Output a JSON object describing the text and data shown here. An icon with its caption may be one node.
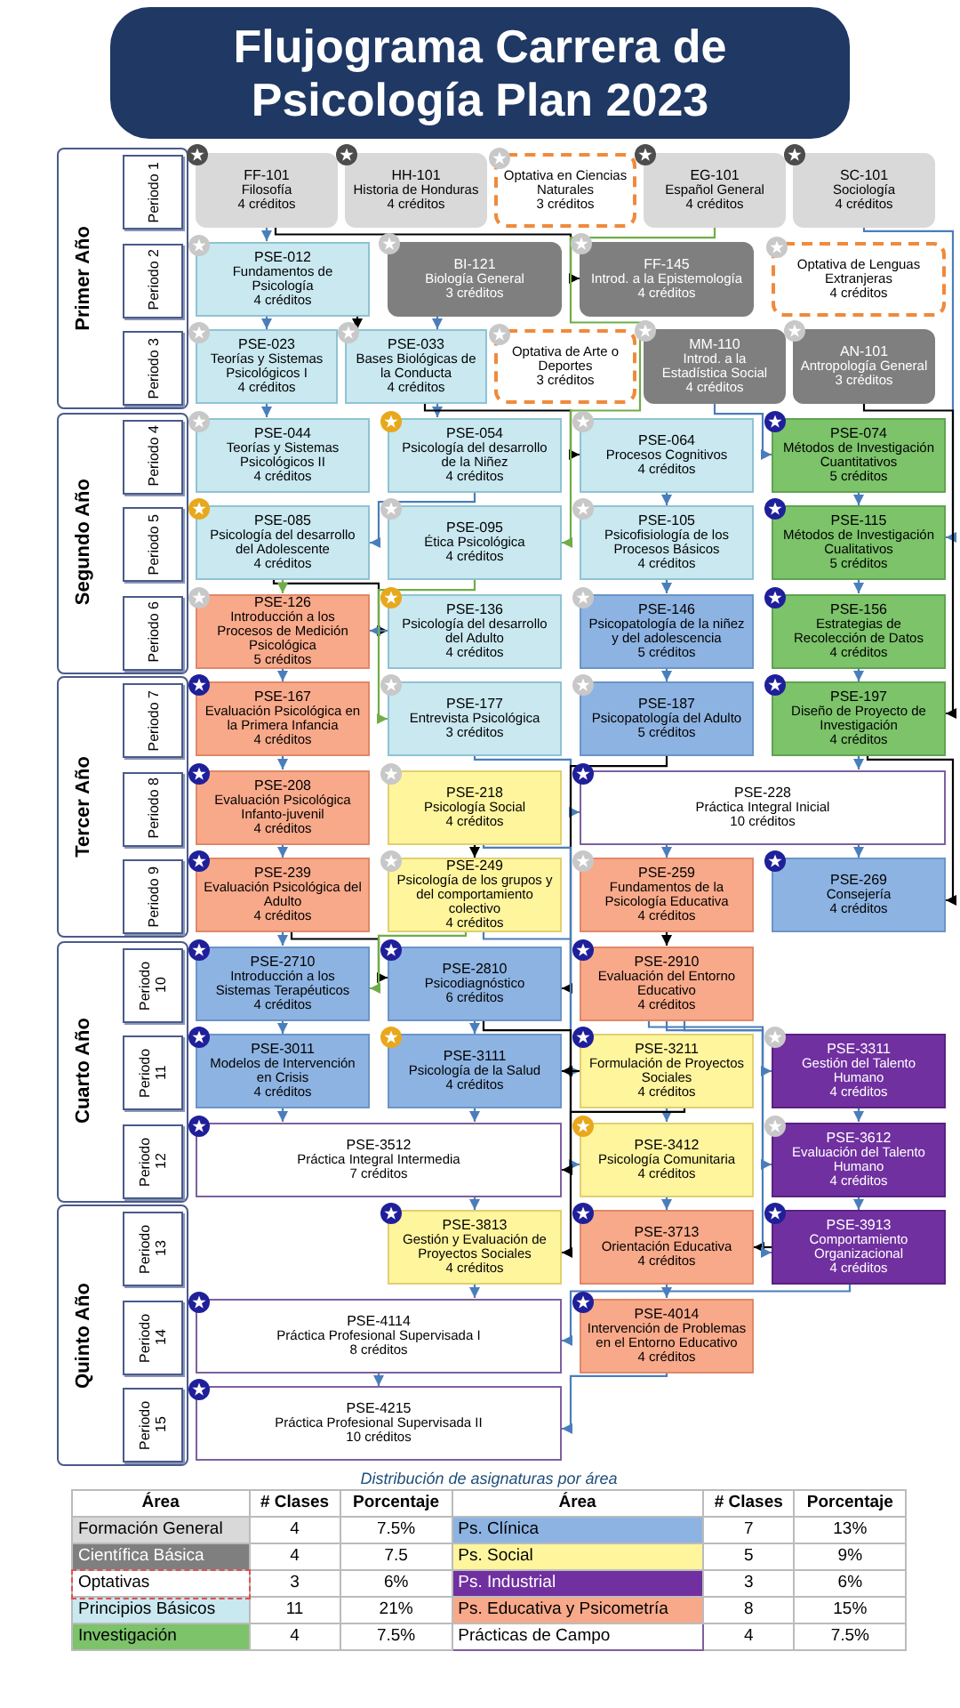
{
  "diagram": {
    "title": "Flujograma Carrera de Psicología Plan 2023",
    "nodes": [
      {
        "text": [
          "Primer Año"
        ]
      },
      {
        "text": [
          "Periodo 1"
        ],
        "in": 0
      },
      {
        "text": [
          "Periodo 2"
        ],
        "in": 0
      },
      {
        "text": [
          "Periodo 3"
        ],
        "in": 0
      },
      {
        "text": [
          "Segundo Año"
        ]
      },
      {
        "text": [
          "Periodo 4"
        ],
        "in": 4
      },
      {
        "text": [
          "Periodo 5"
        ],
        "in": 4
      },
      {
        "text": [
          "Periodo 6"
        ],
        "in": 4
      },
      {
        "text": [
          "Tercer Año"
        ]
      },
      {
        "text": [
          "Periodo 7"
        ],
        "in": 8
      },
      {
        "text": [
          "Periodo 8"
        ],
        "in": 8
      },
      {
        "text": [
          "Periodo 9"
        ],
        "in": 8
      },
      {
        "text": [
          "Cuarto Año"
        ]
      },
      {
        "text": [
          "Periodo 10"
        ],
        "in": 12
      },
      {
        "text": [
          "Periodo 11"
        ],
        "in": 12
      },
      {
        "text": [
          "Periodo 12"
        ],
        "in": 12
      },
      {
        "text": [
          "Quinto Año"
        ]
      },
      {
        "text": [
          "Periodo 13"
        ],
        "in": 16
      },
      {
        "text": [
          "Periodo 14"
        ],
        "in": 16
      },
      {
        "text": [
          "Periodo 15"
        ],
        "in": 16
      },
      {
        "text": [
          "FF-101",
          "Filosofía",
          "4 créditos"
        ]
      },
      {
        "text": [
          "HH-101",
          "Historia de Honduras",
          "4 créditos"
        ]
      },
      {
        "text": [
          "Optativa en Ciencias Naturales",
          "3 créditos"
        ]
      },
      {
        "text": [
          "EG-101",
          "Español General",
          "4 créditos"
        ]
      },
      {
        "text": [
          "SC-101",
          "Sociología",
          "4 créditos"
        ]
      },
      {
        "text": [
          "PSE-012",
          "Fundamentos de Psicología",
          "4 créditos"
        ]
      },
      {
        "text": [
          "BI-121",
          "Biología General",
          "3 créditos"
        ]
      },
      {
        "text": [
          "FF-145",
          "Introd. a la Epistemología",
          "4 créditos"
        ]
      },
      {
        "text": [
          "Optativa de Lenguas Extranjeras",
          "4 créditos"
        ]
      },
      {
        "text": [
          "PSE-023",
          "Teorías y Sistemas Psicológicos I",
          "4 créditos"
        ]
      },
      {
        "text": [
          "PSE-033",
          "Bases Biológicas de la Conducta",
          "4 créditos"
        ]
      },
      {
        "text": [
          "Optativa de Arte o Deportes",
          "3 créditos"
        ]
      },
      {
        "text": [
          "MM-110",
          "Introd. a la Estadística Social",
          "4 créditos"
        ]
      },
      {
        "text": [
          "AN-101",
          "Antropología General",
          "3 créditos"
        ]
      },
      {
        "text": [
          "PSE-044",
          "Teorías y Sistemas Psicológicos II",
          "4 créditos"
        ]
      },
      {
        "text": [
          "PSE-054",
          "Psicología del desarrollo de la Niñez",
          "4 créditos"
        ]
      },
      {
        "text": [
          "PSE-064",
          "Procesos Cognitivos",
          "4 créditos"
        ]
      },
      {
        "text": [
          "PSE-074",
          "Métodos de Investigación Cuantitativos",
          "5 créditos"
        ]
      },
      {
        "text": [
          "PSE-085",
          "Psicología del desarrollo del Adolescente",
          "4 créditos"
        ]
      },
      {
        "text": [
          "PSE-095",
          "Ética Psicológica",
          "4 créditos"
        ]
      },
      {
        "text": [
          "PSE-105",
          "Psicofisiología de los Procesos Básicos",
          "4 créditos"
        ]
      },
      {
        "text": [
          "PSE-115",
          "Métodos de Investigación Cualitativos",
          "5 créditos"
        ]
      },
      {
        "text": [
          "PSE-126",
          "Introducción a los Procesos de Medición Psicológica",
          "5 créditos"
        ]
      },
      {
        "text": [
          "PSE-136",
          "Psicología del desarrollo del Adulto",
          "4 créditos"
        ]
      },
      {
        "text": [
          "PSE-146",
          "Psicopatología de la niñez y del adolescencia",
          "5 créditos"
        ]
      },
      {
        "text": [
          "PSE-156",
          "Estrategias de Recolección de Datos",
          "4 créditos"
        ]
      },
      {
        "text": [
          "PSE-167",
          "Evaluación Psicológica en la Primera Infancia",
          "4 créditos"
        ]
      },
      {
        "text": [
          "PSE-177",
          "Entrevista Psicológica",
          "3 créditos"
        ]
      },
      {
        "text": [
          "PSE-187",
          "Psicopatología del Adulto",
          "5 créditos"
        ]
      },
      {
        "text": [
          "PSE-197",
          "Diseño de Proyecto de Investigación",
          "4 créditos"
        ]
      },
      {
        "text": [
          "PSE-208",
          "Evaluación Psicológica Infanto-juvenil",
          "4 créditos"
        ]
      },
      {
        "text": [
          "PSE-218",
          "Psicología Social",
          "4 créditos"
        ]
      },
      {
        "text": [
          "PSE-228",
          "Práctica Integral Inicial",
          "10 créditos"
        ]
      },
      {
        "text": [
          "PSE-239",
          "Evaluación Psicológica del Adulto",
          "4 créditos"
        ]
      },
      {
        "text": [
          "PSE-249",
          "Psicología de los grupos y del comportamiento colectivo",
          "4 créditos"
        ]
      },
      {
        "text": [
          "PSE-259",
          "Fundamentos de la Psicología Educativa",
          "4 créditos"
        ]
      },
      {
        "text": [
          "PSE-269",
          "Consejería",
          "4 créditos"
        ]
      },
      {
        "text": [
          "PSE-2710",
          "Introducción a los Sistemas Terapéuticos",
          "4 créditos"
        ]
      },
      {
        "text": [
          "PSE-2810",
          "Psicodiagnóstico",
          "6 créditos"
        ]
      },
      {
        "text": [
          "PSE-2910",
          "Evaluación del Entorno Educativo",
          "4 créditos"
        ]
      },
      {
        "text": [
          "PSE-3011",
          "Modelos de Intervención en Crisis",
          "4 créditos"
        ]
      },
      {
        "text": [
          "PSE-3111",
          "Psicología de la Salud",
          "4 créditos"
        ]
      },
      {
        "text": [
          "PSE-3211",
          "Formulación de Proyectos Sociales",
          "4 créditos"
        ]
      },
      {
        "text": [
          "PSE-3311",
          "Gestión del Talento Humano",
          "4 créditos"
        ]
      },
      {
        "text": [
          "PSE-3512",
          "Práctica Integral Intermedia",
          "7 créditos"
        ]
      },
      {
        "text": [
          "PSE-3412",
          "Psicología Comunitaria",
          "4 créditos"
        ]
      },
      {
        "text": [
          "PSE-3612",
          "Evaluación del Talento Humano",
          "4 créditos"
        ]
      },
      {
        "text": [
          "PSE-3813",
          "Gestión y Evaluación de Proyectos Sociales",
          "4 créditos"
        ]
      },
      {
        "text": [
          "PSE-3713",
          "Orientación Educativa",
          "4 créditos"
        ]
      },
      {
        "text": [
          "PSE-3913",
          "Comportamiento Organizacional",
          "4 créditos"
        ]
      },
      {
        "text": [
          "PSE-4114",
          "Práctica Profesional Supervisada I",
          "8 créditos"
        ]
      },
      {
        "text": [
          "PSE-4014",
          "Intervención de Problemas en el Entorno Educativo",
          "4 créditos"
        ]
      },
      {
        "text": [
          "PSE-4215",
          "Práctica Profesional Supervisada II",
          "10 créditos"
        ]
      }
    ],
    "edges": [
      {
        "from": 20,
        "to": 25,
        "arrow": "to"
      },
      {
        "from": 20,
        "to": 27,
        "arrow": "to",
        "color": "#000000"
      },
      {
        "from": 25,
        "to": 29,
        "arrow": "to"
      },
      {
        "from": 25,
        "to": 30,
        "arrow": "to",
        "color": "#000000"
      },
      {
        "from": 26,
        "to": 30,
        "arrow": "to"
      },
      {
        "from": 29,
        "to": 34,
        "arrow": "to"
      },
      {
        "from": 30,
        "to": 35,
        "arrow": "to"
      },
      {
        "from": 30,
        "to": 36,
        "arrow": "to",
        "color": "#000000"
      },
      {
        "from": 32,
        "to": 37,
        "arrow": "to"
      },
      {
        "from": 24,
        "to": 41,
        "arrow": "to"
      },
      {
        "from": 33,
        "to": 49,
        "arrow": "to",
        "color": "#000000"
      },
      {
        "from": 36,
        "to": 40,
        "arrow": "to"
      },
      {
        "from": 37,
        "to": 41,
        "arrow": "to"
      },
      {
        "from": 41,
        "to": 45,
        "arrow": "to"
      },
      {
        "from": 40,
        "to": 44,
        "arrow": "to"
      },
      {
        "from": 44,
        "to": 48,
        "arrow": "to"
      },
      {
        "from": 45,
        "to": 49,
        "arrow": "to"
      },
      {
        "from": 35,
        "to": 38,
        "arrow": "to"
      },
      {
        "from": 38,
        "to": 43,
        "arrow": "to",
        "color": "#000000"
      },
      {
        "from": 43,
        "to": 42,
        "arrow": "to"
      },
      {
        "from": 23,
        "to": 39,
        "arrow": "to",
        "color": "#70ad47"
      },
      {
        "from": 38,
        "to": 42,
        "arrow": "to",
        "color": "#70ad47"
      },
      {
        "from": 42,
        "to": 46,
        "arrow": "to"
      },
      {
        "from": 39,
        "to": 47,
        "arrow": "to",
        "color": "#70ad47"
      },
      {
        "from": 46,
        "to": 50,
        "arrow": "to"
      },
      {
        "from": 50,
        "to": 53,
        "arrow": "to"
      },
      {
        "from": 53,
        "to": 57,
        "arrow": "to"
      },
      {
        "from": 57,
        "to": 60,
        "arrow": "to"
      },
      {
        "from": 60,
        "to": 64,
        "arrow": "to"
      },
      {
        "from": 61,
        "to": 64,
        "arrow": "to"
      },
      {
        "from": 49,
        "to": 52,
        "arrow": "to"
      },
      {
        "from": 52,
        "to": 56,
        "arrow": "to"
      },
      {
        "from": 52,
        "to": 55,
        "arrow": "to"
      },
      {
        "from": 49,
        "to": 56,
        "arrow": "to",
        "color": "#000000"
      },
      {
        "from": 51,
        "to": 54,
        "arrow": "to",
        "color": "#000000"
      },
      {
        "from": 55,
        "to": 59,
        "arrow": "to",
        "color": "#000000"
      },
      {
        "from": 47,
        "to": 52,
        "arrow": "to"
      },
      {
        "from": 53,
        "to": 58,
        "arrow": "to",
        "color": "#000000"
      },
      {
        "from": 48,
        "to": 58,
        "arrow": "to",
        "color": "#000000"
      },
      {
        "from": 54,
        "to": 57,
        "arrow": "to",
        "color": "#70ad47"
      },
      {
        "from": 58,
        "to": 61,
        "arrow": "to"
      },
      {
        "from": 62,
        "to": 65,
        "arrow": "to"
      },
      {
        "from": 65,
        "to": 68,
        "arrow": "to"
      },
      {
        "from": 68,
        "to": 71,
        "arrow": "to"
      },
      {
        "from": 63,
        "to": 66,
        "arrow": "to"
      },
      {
        "from": 66,
        "to": 69,
        "arrow": "to"
      },
      {
        "from": 59,
        "to": 63,
        "arrow": "to"
      },
      {
        "from": 59,
        "to": 66,
        "arrow": "to"
      },
      {
        "from": 51,
        "to": 62,
        "arrow": "to"
      },
      {
        "from": 54,
        "to": 65,
        "arrow": "to"
      },
      {
        "from": 62,
        "to": 61,
        "arrow": "to",
        "color": "#000000"
      },
      {
        "from": 64,
        "to": 67,
        "arrow": "to"
      },
      {
        "from": 67,
        "to": 70,
        "arrow": "to"
      },
      {
        "from": 70,
        "to": 72,
        "arrow": "to"
      },
      {
        "from": 71,
        "to": 72,
        "arrow": "to"
      },
      {
        "from": 69,
        "to": 70,
        "arrow": "to"
      },
      {
        "from": 58,
        "to": 64,
        "arrow": "to",
        "color": "#000000"
      },
      {
        "from": 62,
        "to": 67,
        "arrow": "to",
        "color": "#000000"
      },
      {
        "from": 69,
        "to": 68,
        "arrow": "to",
        "color": "#000000"
      },
      {
        "from": 59,
        "to": 69,
        "arrow": "to"
      }
    ],
    "labels": [
      "Distribución de asignaturas por área",
      "Área",
      "# Clases",
      "Porcentaje",
      "Área",
      "# Clases",
      "Porcentaje",
      "Formación General",
      "4",
      "7.5%",
      "Ps. Clínica",
      "7",
      "13%",
      "Científica Básica",
      "4",
      "7.5",
      "Ps. Social",
      "5",
      "9%",
      "Optativas",
      "3",
      "6%",
      "Ps. Industrial",
      "3",
      "6%",
      "Principios Básicos",
      "11",
      "21%",
      "Ps. Educativa y Psicometría",
      "8",
      "15%",
      "Investigación",
      "4",
      "7.5%",
      "Prácticas de Campo",
      "4",
      "7.5%"
    ]
  }
}
